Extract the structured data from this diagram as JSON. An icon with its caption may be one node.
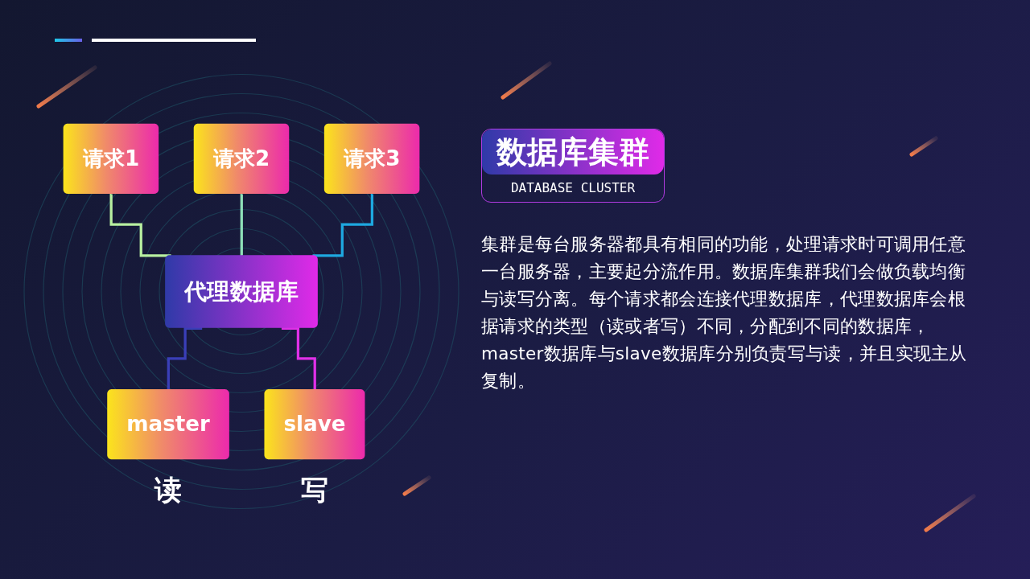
{
  "diagram": {
    "title": "数据库集群",
    "nodes": [
      {
        "text": [
          "请求1"
        ]
      },
      {
        "text": [
          "请求2"
        ]
      },
      {
        "text": [
          "请求3"
        ]
      },
      {
        "text": [
          "代理数据库"
        ]
      },
      {
        "text": [
          "master"
        ],
        "beside": [
          "读"
        ]
      },
      {
        "text": [
          "slave"
        ],
        "beside": [
          "写"
        ]
      }
    ],
    "edges": [
      {
        "from": 0,
        "to": 3,
        "arrow": "none",
        "color": "#b8f0a0"
      },
      {
        "from": 1,
        "to": 3,
        "arrow": "none",
        "color": "#8ee0b8"
      },
      {
        "from": 2,
        "to": 3,
        "arrow": "none",
        "color": "#1ea8e0"
      },
      {
        "from": 3,
        "to": 4,
        "arrow": "none",
        "color": "#3a3fb8"
      },
      {
        "from": 3,
        "to": 5,
        "arrow": "none",
        "color": "#e030e8"
      }
    ],
    "labels": [
      "DATABASE CLUSTER",
      "集群是每台服务器都具有相同的功能，处理请求时可调用任意一台服务器，主要起分流作用。数据库集群我们会做负载均衡与读写分离。每个请求都会连接代理数据库，代理数据库会根据请求的类型（读或者写）不同，分配到不同的数据库，master数据库与slave数据库分别负责写与读，并且实现主从复制。"
    ]
  }
}
